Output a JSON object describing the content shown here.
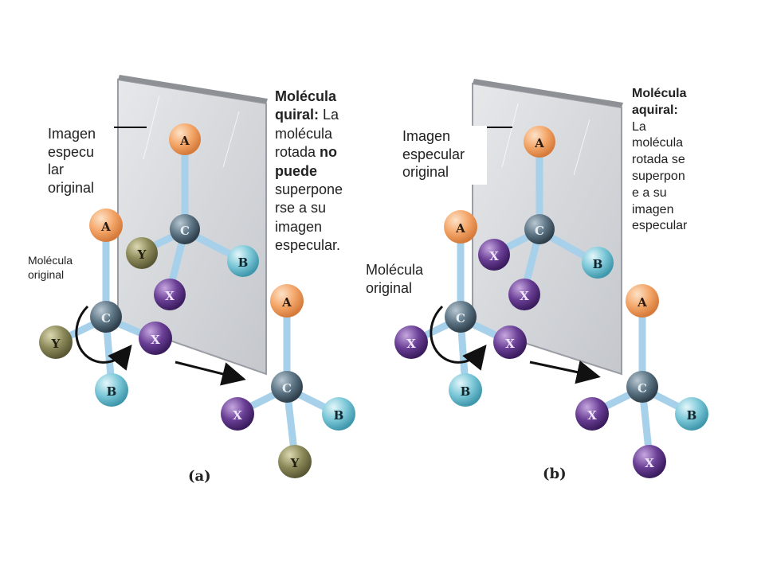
{
  "panel_a": {
    "caption": "(a)",
    "mirror_label": "Imagen especu lar original",
    "mirror_label_lines": [
      "Imagen",
      "especu",
      "lar",
      "original"
    ],
    "original_label_lines": [
      "Molécula",
      "original"
    ],
    "description": {
      "title_lines": [
        "Molécula",
        "quiral:"
      ],
      "line2": "La",
      "line3": "molécula",
      "line4_a": "rotada ",
      "line4_b": "no",
      "line5": "puede",
      "line6": "superpone",
      "line7": "rse a su",
      "line8": "imagen",
      "line9": "especular."
    },
    "atom_letters": {
      "a": "A",
      "b": "B",
      "c": "C",
      "x": "X",
      "y": "Y"
    }
  },
  "panel_b": {
    "caption": "(b)",
    "mirror_label_lines": [
      "Imagen",
      "especular",
      "original"
    ],
    "original_label_lines": [
      "Molécula",
      "original"
    ],
    "description": {
      "title_lines": [
        "Molécula",
        "aquiral:"
      ],
      "body_lines": [
        "La",
        "molécula",
        "rotada se",
        "superpon",
        "e a su",
        "imagen",
        "especular"
      ]
    },
    "atom_letters": {
      "a": "A",
      "b": "B",
      "c": "C",
      "x": "X"
    }
  },
  "colors": {
    "atom_a": "#f4a76a",
    "atom_b": "#7cc8d8",
    "atom_c": "#5d7585",
    "atom_x": "#6a3f96",
    "atom_y": "#8c8a5a",
    "bond": "#a7d0ea",
    "mirror": "#d4d6da"
  }
}
